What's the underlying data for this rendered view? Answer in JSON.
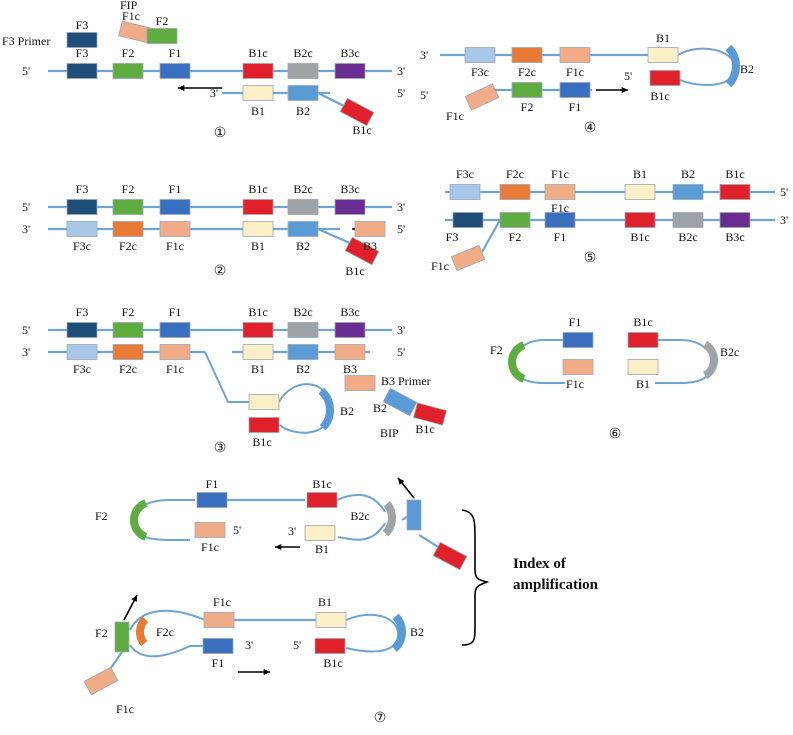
{
  "colors": {
    "F3": "#1f4e79",
    "F2": "#5fad41",
    "F1": "#3a6ebf",
    "B1c": "#e0202a",
    "B2c": "#9ea3a8",
    "B3c": "#6a2c91",
    "F3c": "#a9c8e8",
    "F2c": "#e87a35",
    "F1c": "#f0ac86",
    "B1": "#fdf0c8",
    "B2": "#5b9bd5",
    "B3": "#f0ac86",
    "strand": "#6fa3d2"
  },
  "labels": {
    "five_prime": "5'",
    "three_prime": "3'",
    "F3": "F3",
    "F2": "F2",
    "F1": "F1",
    "F3c": "F3c",
    "F2c": "F2c",
    "F1c": "F1c",
    "B1": "B1",
    "B2": "B2",
    "B3": "B3",
    "B1c": "B1c",
    "B2c": "B2c",
    "B3c": "B3c",
    "FIP": "FIP",
    "BIP": "BIP",
    "F3_primer": "F3 Primer",
    "B3_primer": "B3 Primer",
    "index_line1": "Index of",
    "index_line2": "amplification"
  },
  "panels": [
    "①",
    "②",
    "③",
    "④",
    "⑤",
    "⑥",
    "⑦"
  ]
}
